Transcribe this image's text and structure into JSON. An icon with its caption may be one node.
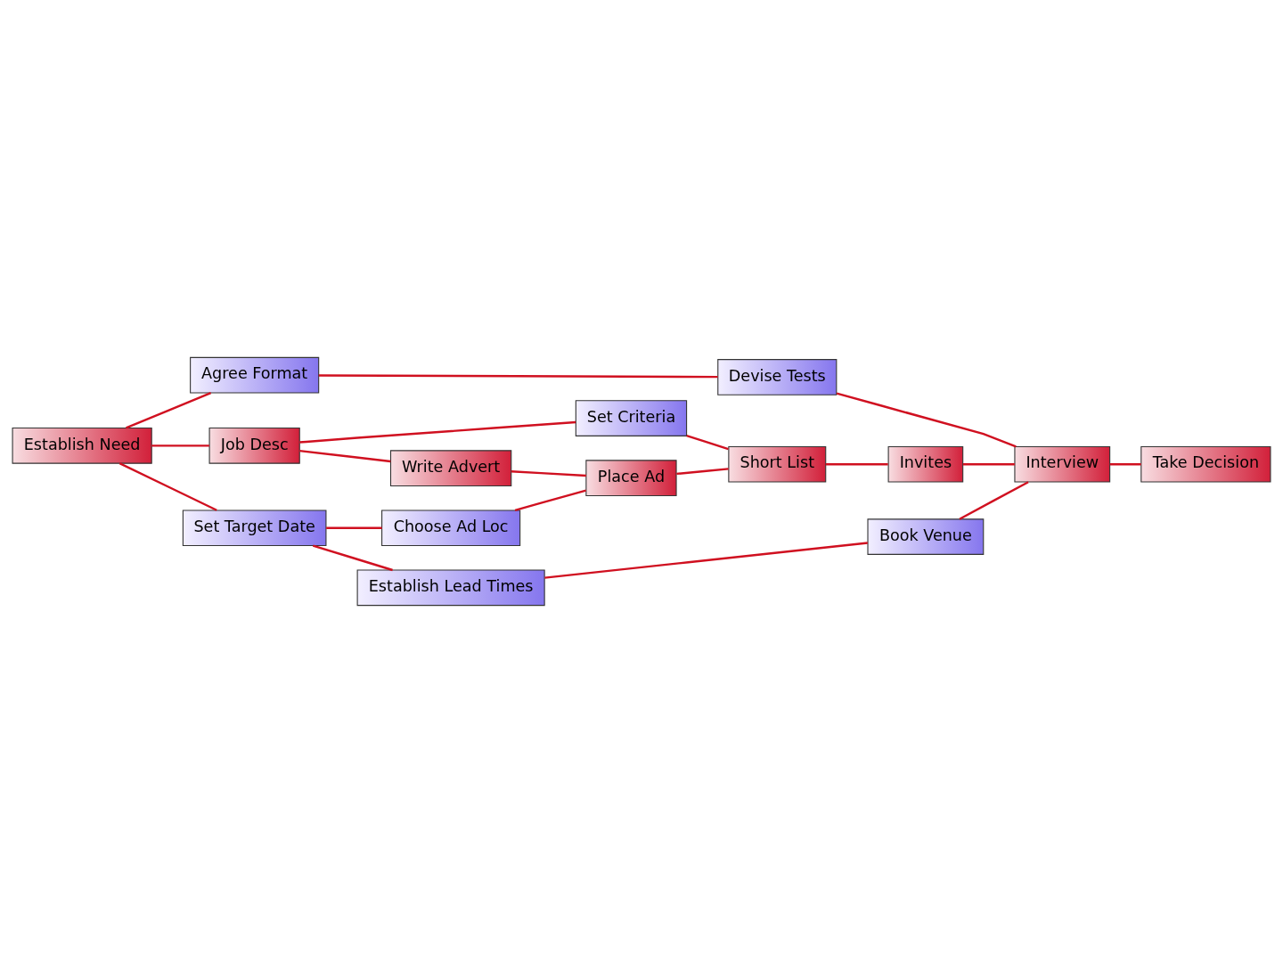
{
  "diagram": {
    "nodes": [
      {
        "text": [
          "Establish Need"
        ]
      },
      {
        "text": [
          "Agree Format"
        ]
      },
      {
        "text": [
          "Job Desc"
        ]
      },
      {
        "text": [
          "Set Target Date"
        ]
      },
      {
        "text": [
          "Set Criteria"
        ]
      },
      {
        "text": [
          "Write Advert"
        ]
      },
      {
        "text": [
          "Choose Ad Loc"
        ]
      },
      {
        "text": [
          "Establish Lead Times"
        ]
      },
      {
        "text": [
          "Devise Tests"
        ]
      },
      {
        "text": [
          "Place Ad"
        ]
      },
      {
        "text": [
          "Short List"
        ]
      },
      {
        "text": [
          "Book Venue"
        ]
      },
      {
        "text": [
          "Invites"
        ]
      },
      {
        "text": [
          "Interview"
        ]
      },
      {
        "text": [
          "Take Decision"
        ]
      }
    ],
    "edges": [
      {
        "from": 0,
        "to": 1,
        "arrow": "none"
      },
      {
        "from": 0,
        "to": 2,
        "arrow": "none"
      },
      {
        "from": 0,
        "to": 3,
        "arrow": "none"
      },
      {
        "from": 1,
        "to": 8,
        "arrow": "none"
      },
      {
        "from": 2,
        "to": 4,
        "arrow": "none"
      },
      {
        "from": 2,
        "to": 5,
        "arrow": "none"
      },
      {
        "from": 3,
        "to": 6,
        "arrow": "none"
      },
      {
        "from": 3,
        "to": 7,
        "arrow": "none"
      },
      {
        "from": 4,
        "to": 10,
        "arrow": "none"
      },
      {
        "from": 5,
        "to": 9,
        "arrow": "none"
      },
      {
        "from": 6,
        "to": 9,
        "arrow": "none"
      },
      {
        "from": 9,
        "to": 10,
        "arrow": "none"
      },
      {
        "from": 7,
        "to": 11,
        "arrow": "none"
      },
      {
        "from": 10,
        "to": 12,
        "arrow": "none"
      },
      {
        "from": 8,
        "to": 13,
        "arrow": "none"
      },
      {
        "from": 12,
        "to": 13,
        "arrow": "none"
      },
      {
        "from": 11,
        "to": 13,
        "arrow": "none"
      },
      {
        "from": 13,
        "to": 14,
        "arrow": "none"
      }
    ]
  }
}
